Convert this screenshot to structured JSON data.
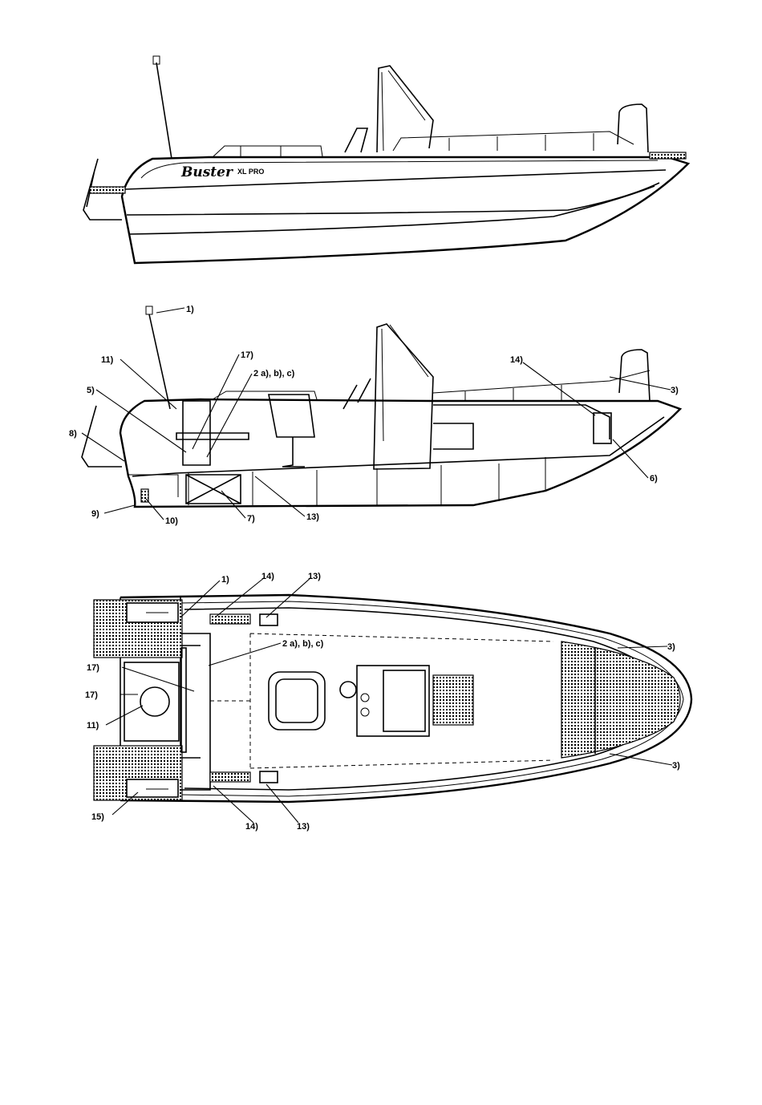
{
  "brand": {
    "name": "Buster",
    "model": "XL PRO"
  },
  "side_labels": {
    "l1": "1)",
    "l11": "11)",
    "l17": "17)",
    "l2": "2 a), b), c)",
    "l5": "5)",
    "l8": "8)",
    "l9": "9)",
    "l10": "10)",
    "l7": "7)",
    "l13": "13)",
    "l14": "14)",
    "l3": "3)",
    "l6": "6)"
  },
  "top_labels": {
    "l1": "1)",
    "l14a": "14)",
    "l13a": "13)",
    "l3a": "3)",
    "l2": "2 a), b), c)",
    "l17a": "17)",
    "l17b": "17)",
    "l11": "11)",
    "l3b": "3)",
    "l15": "15)",
    "l14b": "14)",
    "l13b": "13)"
  },
  "colors": {
    "ink": "#000000",
    "paper": "#ffffff"
  }
}
